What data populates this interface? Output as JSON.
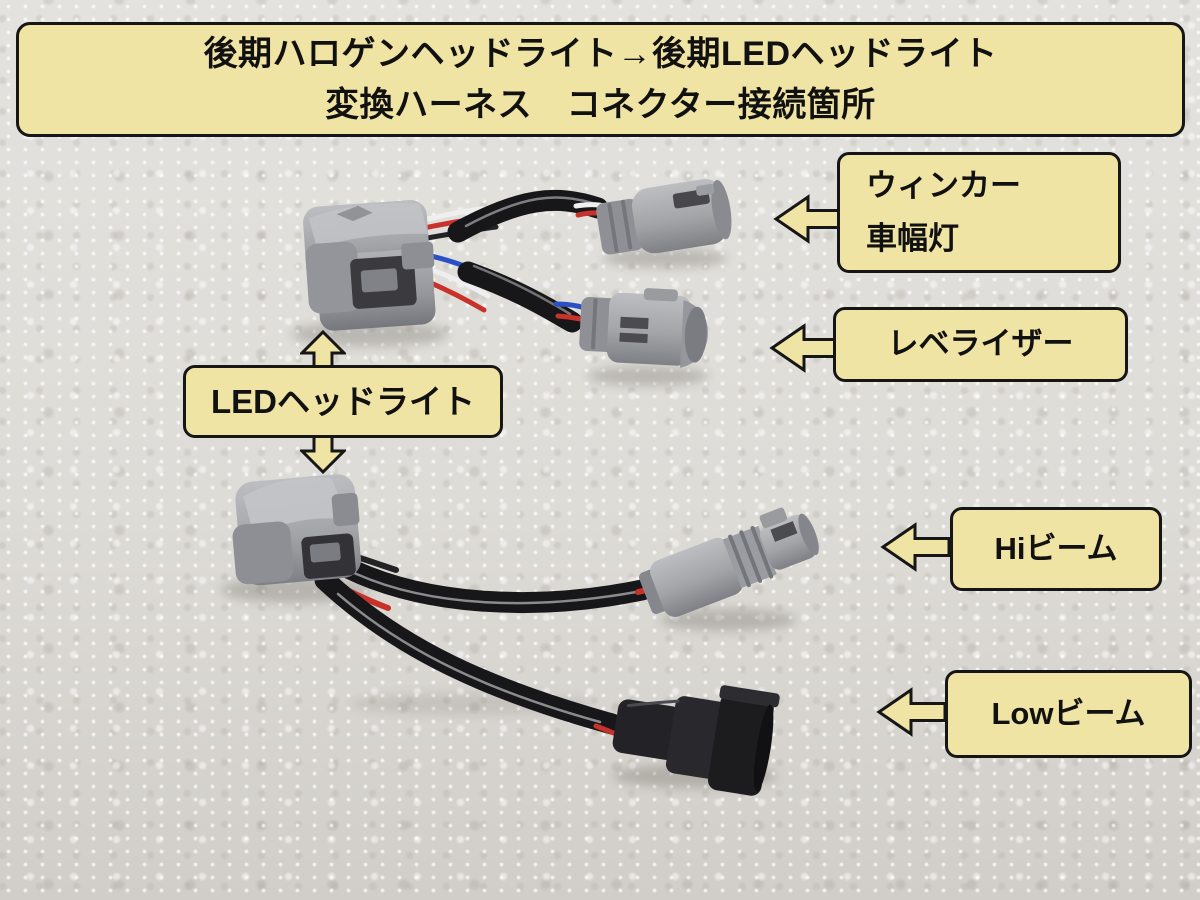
{
  "title": {
    "line1": "後期ハロゲンヘッドライト→後期LEDヘッドライト",
    "line2": "変換ハーネス　コネクター接続箇所"
  },
  "labels": {
    "winker_line1": "ウィンカー",
    "winker_line2": "車幅灯",
    "levelizer": "レベライザー",
    "led_headlight": "LEDヘッドライト",
    "hi_beam": "Hiビーム",
    "low_beam": "Lowビーム"
  },
  "colors": {
    "label_fill": "#F0E4A4",
    "label_border": "#161616",
    "carpet_base": "#DEDCD7",
    "connector_gray": "#A3A4A8",
    "connector_black": "#222226",
    "cable_black": "#17171A",
    "wire_red": "#C8322A",
    "wire_blue": "#2B4FC4",
    "wire_white": "#EFEFEF"
  }
}
